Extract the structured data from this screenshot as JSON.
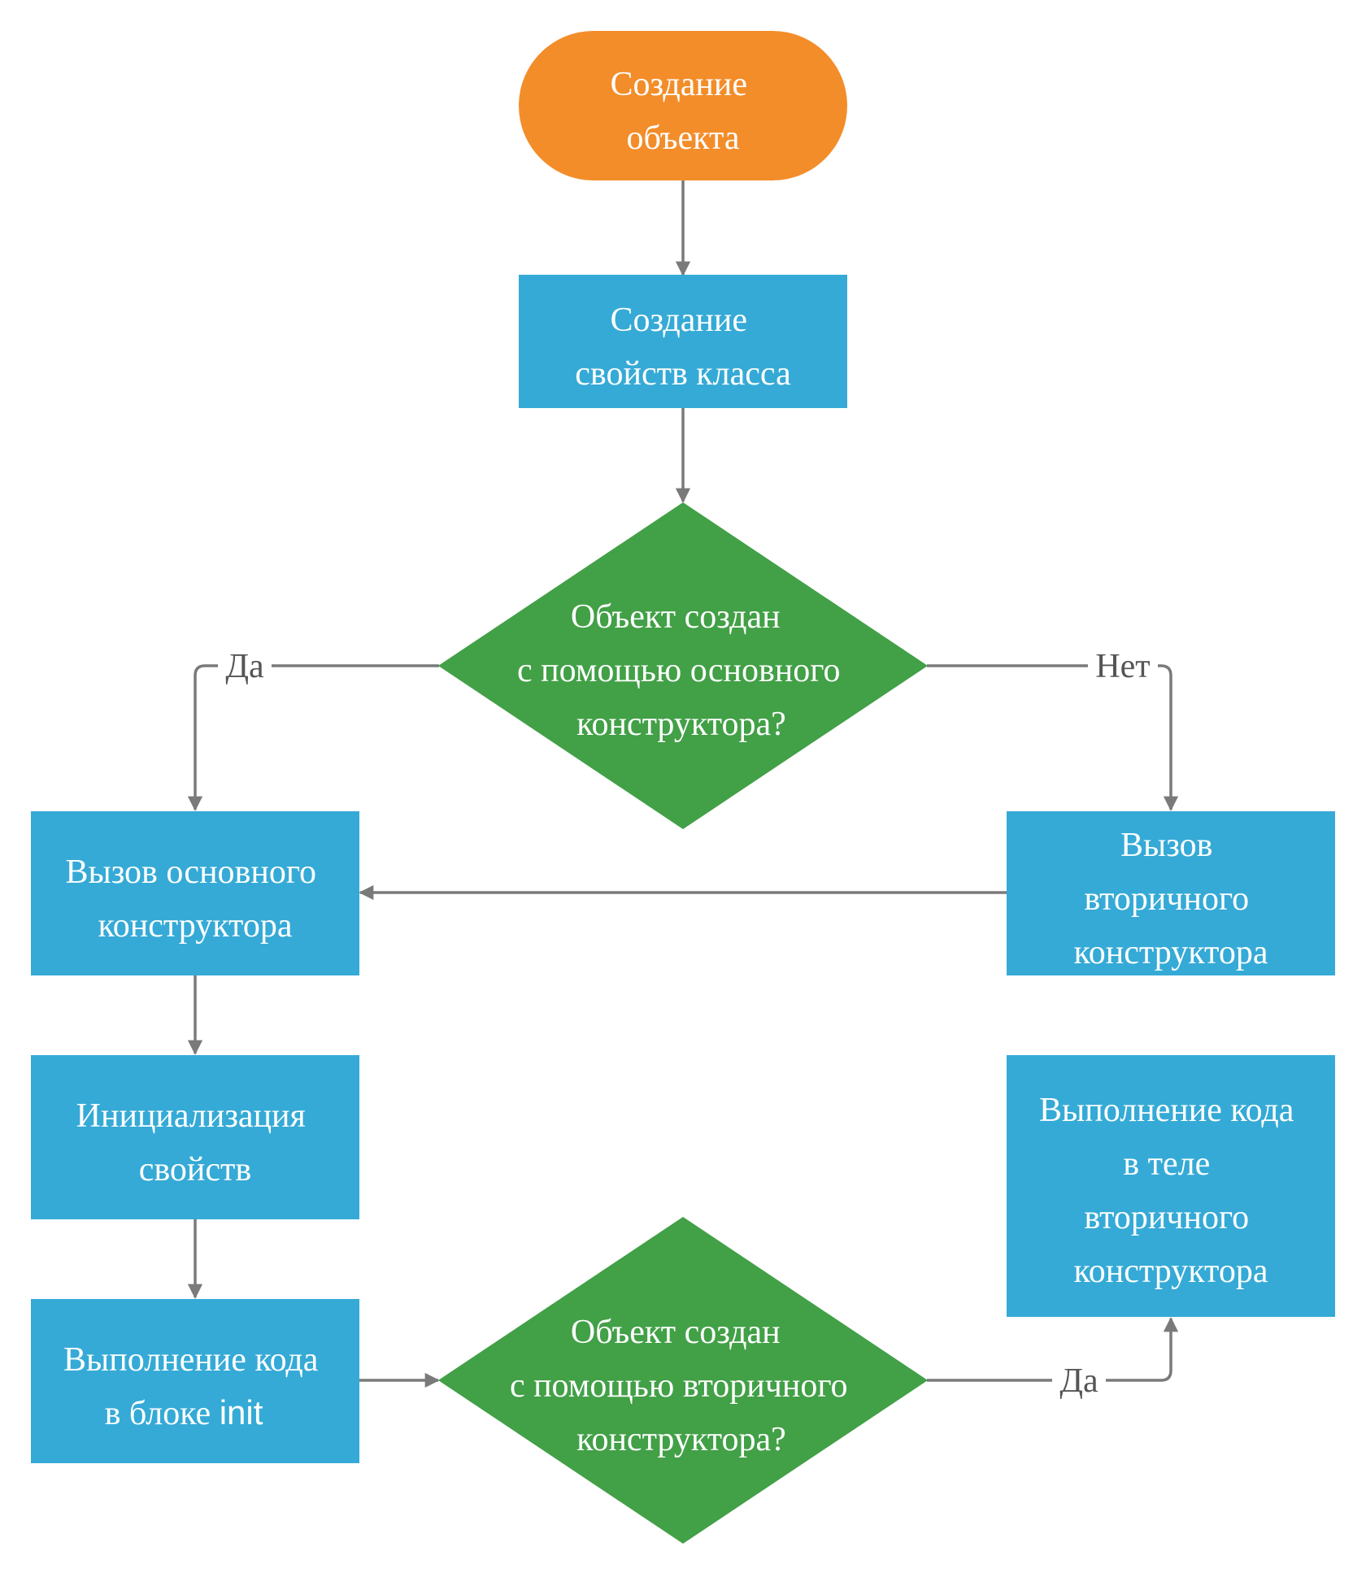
{
  "colors": {
    "terminal": "#f38d2a",
    "process": "#35aad6",
    "decision": "#42a047",
    "edge": "#7a7a7a",
    "edge_label": "#555555"
  },
  "nodes": {
    "start": {
      "lines": [
        "Создание",
        "объекта"
      ]
    },
    "create_props": {
      "lines": [
        "Создание",
        "свойств класса"
      ]
    },
    "decision_primary": {
      "lines": [
        "Объект создан",
        "с помощью основного",
        "конструктора?"
      ]
    },
    "call_primary": {
      "lines": [
        "Вызов основного",
        "конструктора"
      ]
    },
    "call_secondary": {
      "lines": [
        "Вызов",
        "вторичного",
        "конструктора"
      ]
    },
    "init_props": {
      "lines": [
        "Инициализация",
        "свойств"
      ]
    },
    "exec_init": {
      "lines": [
        "Выполнение кода",
        "в блоке ",
        "init"
      ]
    },
    "decision_secondary": {
      "lines": [
        "Объект создан",
        "с помощью вторичного",
        "конструктора?"
      ]
    },
    "exec_secondary_body": {
      "lines": [
        "Выполнение кода",
        "в теле",
        "вторичного",
        "конструктора"
      ]
    }
  },
  "edge_labels": {
    "yes_left": "Да",
    "no_right": "Нет",
    "yes_bottom": "Да"
  }
}
